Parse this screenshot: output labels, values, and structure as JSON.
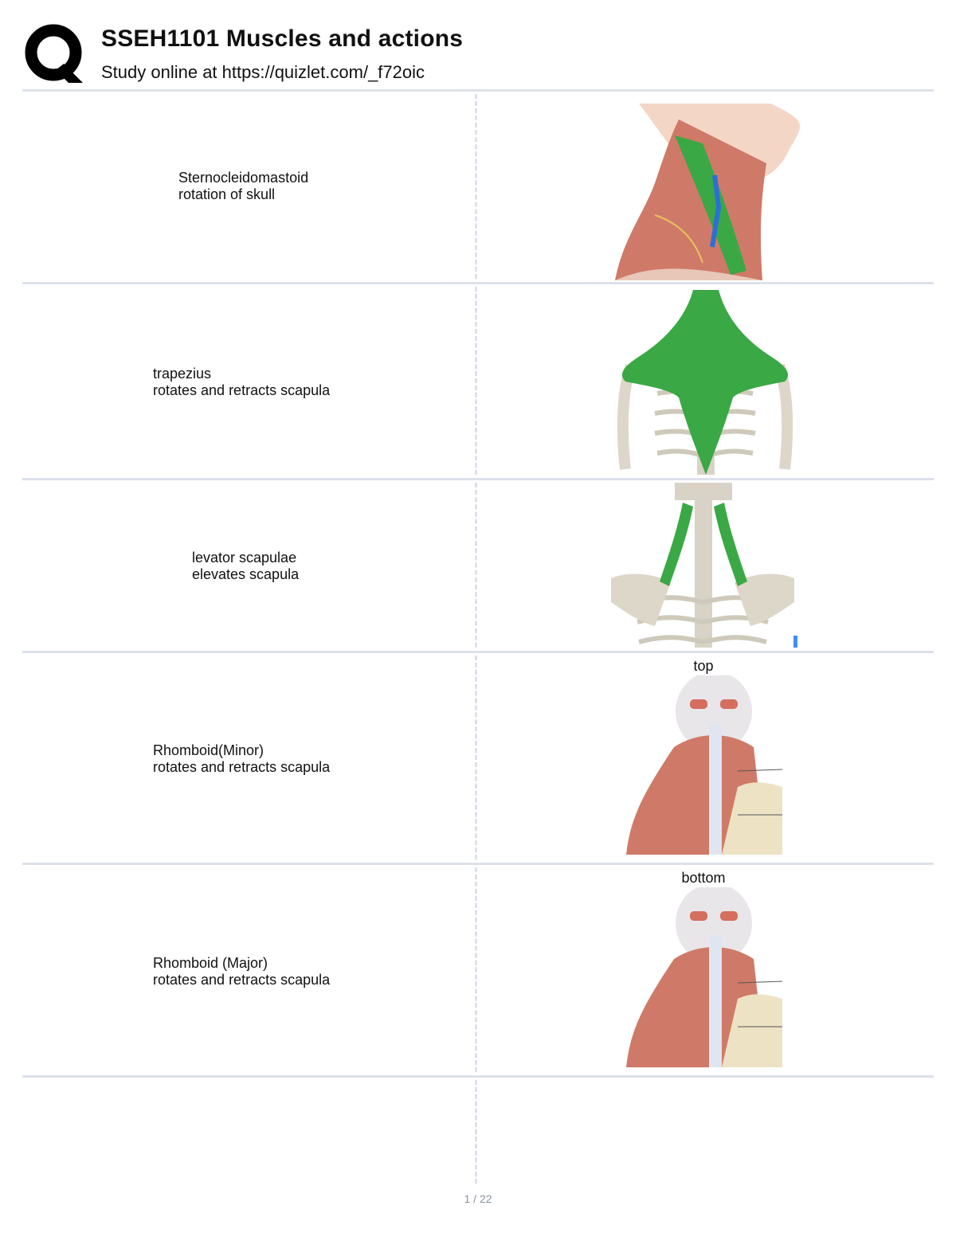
{
  "header": {
    "title": "SSEH1101 Muscles and actions",
    "subtitle": "Study online at https://quizlet.com/_f72oic",
    "logo_icon": "quizlet-q-logo-icon"
  },
  "cards": [
    {
      "term": "Sternocleidomastoid",
      "definition": "rotation of skull",
      "image": "neck-sternocleidomastoid-illustration",
      "caption": ""
    },
    {
      "term": "trapezius",
      "definition": "rotates and retracts scapula",
      "image": "trapezius-back-illustration",
      "caption": ""
    },
    {
      "term": "levator scapulae",
      "definition": "elevates scapula",
      "image": "levator-scapulae-back-illustration",
      "caption": ""
    },
    {
      "term": "Rhomboid(Minor)",
      "definition": "rotates and retracts scapula",
      "image": "rhomboid-back-illustration",
      "caption": "top"
    },
    {
      "term": "Rhomboid (Major)",
      "definition": "rotates and retracts scapula",
      "image": "rhomboid-back-illustration",
      "caption": "bottom"
    }
  ],
  "footer": {
    "page": "1 / 22"
  },
  "colors": {
    "divider": "#dde1ea",
    "muscle_green": "#3aa845",
    "muscle_red": "#c9604f",
    "bone": "#e6e0d2"
  }
}
